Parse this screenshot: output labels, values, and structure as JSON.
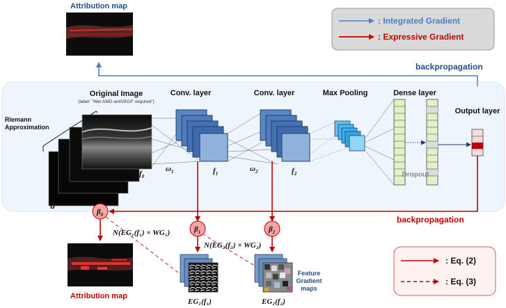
{
  "top_attribution": {
    "title": "Attribution map"
  },
  "legend_top": {
    "integrated": ": Integrated Gradient",
    "expressive": ": Expressive Gradient",
    "integrated_color": "#4a7fbf",
    "expressive_color": "#c00000"
  },
  "backprop_top": "backpropagation",
  "backprop_bottom": "backpropagation",
  "input": {
    "title": "Original Image",
    "subtitle": "(label: \"Wet AMD-antiVEGF required\")",
    "f0": "f",
    "f0_sub": "0",
    "b": "b",
    "riemann": [
      "Riemann",
      "Approximation"
    ]
  },
  "layers": {
    "conv1": "Conv. layer",
    "conv2": "Conv. layer",
    "maxpool": "Max Pooling",
    "dense": "Dense layer",
    "output": "Output layer",
    "dropout": "Dropout"
  },
  "symbols": {
    "omega1": "ω",
    "omega1_sub": "1",
    "omega2": "ω",
    "omega2_sub": "2",
    "f1": "f",
    "f1_sub": "1",
    "f2": "f",
    "f2_sub": "2",
    "beta0": "β",
    "beta0_sub": "0",
    "beta1": "β",
    "beta1_sub": "1",
    "beta2": "β",
    "beta2_sub": "2"
  },
  "formulas": {
    "n1": "N(EG₁(f₁) × WG₁)",
    "n2": "N(EG₂(f₂) × WG₂)",
    "eg1": "EG₁(f₁)",
    "eg2": "EG₂(f₂)"
  },
  "feature_maps_label": [
    "Feature",
    "Gradient",
    "maps"
  ],
  "bottom_attribution": {
    "title": "Attribution map"
  },
  "legend_bottom": {
    "eq2": ": Eq. (2)",
    "eq3": ": Eq. (3)"
  },
  "colors": {
    "blue_text": "#1f4e8c",
    "red": "#c00000",
    "conv_blue": "#3f6fb0",
    "pool_blue": "#3aaee6",
    "dense_green": "#e3f1c8",
    "beta_fill": "#f4a4a4",
    "panel_bg": "#eef5fc"
  }
}
